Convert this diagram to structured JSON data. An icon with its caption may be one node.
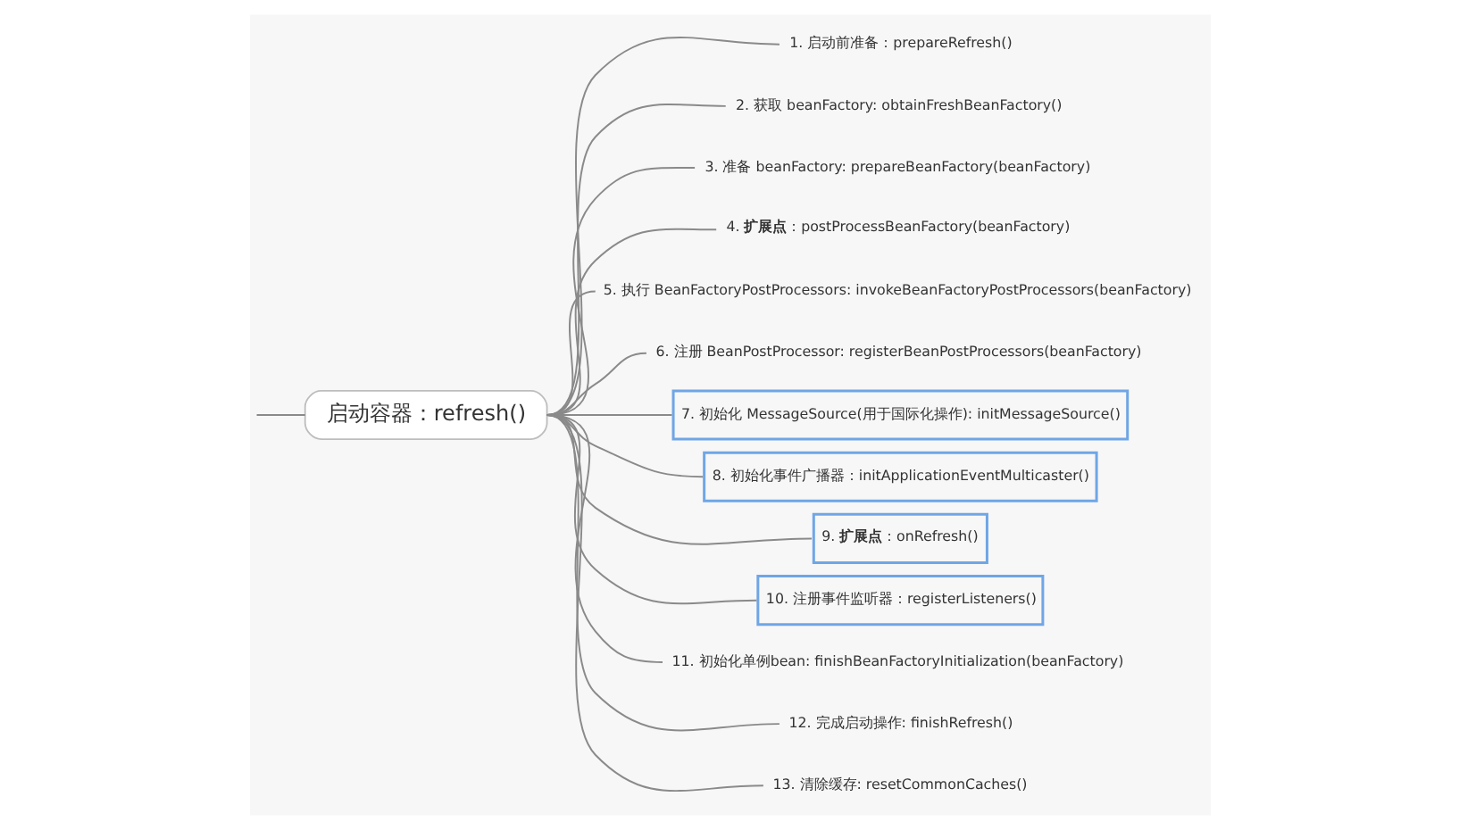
{
  "diagram": {
    "nodes": [
      {
        "text": [
          "启动容器：refresh()"
        ]
      },
      {
        "text": [
          "1. 启动前准备：prepareRefresh()"
        ]
      },
      {
        "text": [
          "2. 获取 beanFactory: obtainFreshBeanFactory()"
        ]
      },
      {
        "text": [
          "3. 准备 beanFactory: prepareBeanFactory(beanFactory)"
        ]
      },
      {
        "text": [
          "4. **扩展点**：postProcessBeanFactory(beanFactory)"
        ]
      },
      {
        "text": [
          "5. 执行 BeanFactoryPostProcessors: invokeBeanFactoryPostProcessors(beanFactory)"
        ]
      },
      {
        "text": [
          "6. 注册 BeanPostProcessor: registerBeanPostProcessors(beanFactory)"
        ]
      },
      {
        "text": [
          "7. 初始化 MessageSource(用于国际化操作): initMessageSource()"
        ]
      },
      {
        "text": [
          "8. 初始化事件广播器：initApplicationEventMulticaster()"
        ]
      },
      {
        "text": [
          "9. **扩展点**：onRefresh()"
        ]
      },
      {
        "text": [
          "10. 注册事件监听器：registerListeners()"
        ]
      },
      {
        "text": [
          "11. 初始化单例bean: finishBeanFactoryInitialization(beanFactory)"
        ]
      },
      {
        "text": [
          "12. 完成启动操作: finishRefresh()"
        ]
      },
      {
        "text": [
          "13. 清除缓存: resetCommonCaches()"
        ]
      }
    ],
    "edges": [
      {
        "from": null,
        "to": 0,
        "arrow": "none"
      },
      {
        "from": 0,
        "to": 1,
        "arrow": "none"
      },
      {
        "from": 0,
        "to": 2,
        "arrow": "none"
      },
      {
        "from": 0,
        "to": 3,
        "arrow": "none"
      },
      {
        "from": 0,
        "to": 4,
        "arrow": "none"
      },
      {
        "from": 0,
        "to": 5,
        "arrow": "none"
      },
      {
        "from": 0,
        "to": 6,
        "arrow": "none"
      },
      {
        "from": 0,
        "to": 7,
        "arrow": "none"
      },
      {
        "from": 0,
        "to": 8,
        "arrow": "none"
      },
      {
        "from": 0,
        "to": 9,
        "arrow": "none"
      },
      {
        "from": 0,
        "to": 10,
        "arrow": "none"
      },
      {
        "from": 0,
        "to": 11,
        "arrow": "none"
      },
      {
        "from": 0,
        "to": 12,
        "arrow": "none"
      },
      {
        "from": 0,
        "to": 13,
        "arrow": "none"
      }
    ]
  }
}
